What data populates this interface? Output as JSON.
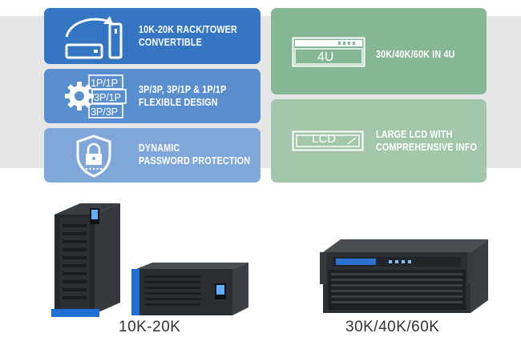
{
  "features": {
    "rack_tower": {
      "label_line1": "10K-20K RACK/TOWER",
      "label_line2": "CONVERTIBLE",
      "icon": "rack-tower-convert-icon"
    },
    "flexible": {
      "label_line1": "3P/3P, 3P/1P & 1P/1P",
      "label_line2": "FLEXIBLE DESIGN",
      "icon": "gear-icon",
      "tags": [
        "1P/1P",
        "3P/1P",
        "3P/3P"
      ]
    },
    "password": {
      "label_line1": "DYNAMIC",
      "label_line2": "PASSWORD PROTECTION",
      "icon": "shield-lock-icon"
    },
    "size": {
      "label": "30K/40K/60K IN 4U",
      "icon_text": "4U",
      "icon": "rack-unit-icon"
    },
    "lcd": {
      "label_line1": "LARGE LCD WITH",
      "label_line2": "COMPREHENSIVE INFO",
      "icon_text": "LCD",
      "icon": "lcd-icon"
    }
  },
  "products": [
    {
      "caption": "10K-20K"
    },
    {
      "caption": "30K/40K/60K"
    }
  ],
  "colors": {
    "blue_dark": "#3475c4",
    "blue_mid": "#5a8fcf",
    "blue_light": "#7fa7d9",
    "green_dark": "#85b795",
    "green_light": "#a3c7ab",
    "band": "#e6e6e6"
  }
}
